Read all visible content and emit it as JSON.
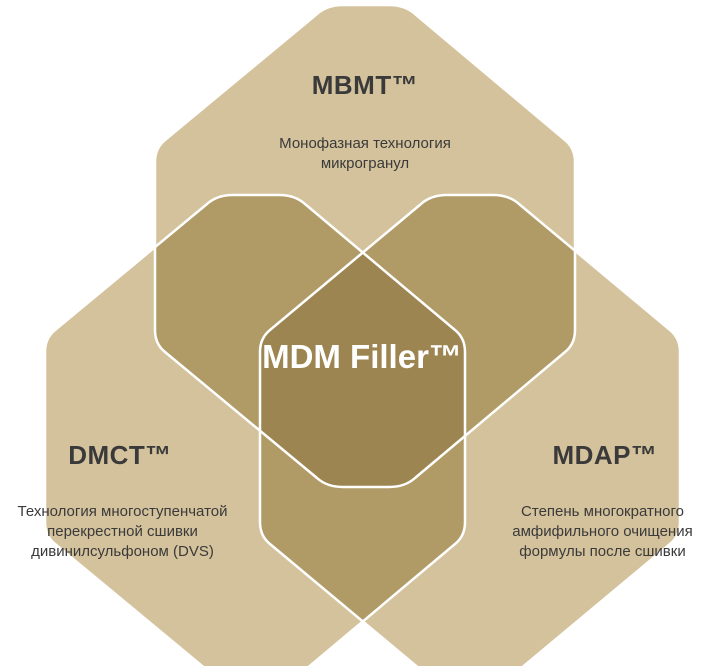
{
  "colors": {
    "outer": "#d4c29c",
    "overlap_pair": "#b09a66",
    "center": "#9c8550",
    "outline": "#ffffff",
    "text_dark": "#3a3a3a",
    "text_light": "#ffffff"
  },
  "center": {
    "title": "MDM Filler™"
  },
  "nodes": {
    "top": {
      "title": "MBMT™",
      "desc_line1": "Монофазная технология",
      "desc_line2": "микрогранул"
    },
    "left": {
      "title": "DMCT™",
      "desc_line1": "Технология многоступенчатой",
      "desc_line2": "перекрестной сшивки",
      "desc_line3": "дивинилсульфоном (DVS)"
    },
    "right": {
      "title": "MDAP™",
      "desc_line1": "Степень многократного",
      "desc_line2": "амфифильного очищения",
      "desc_line3": "формулы после сшивки"
    }
  }
}
